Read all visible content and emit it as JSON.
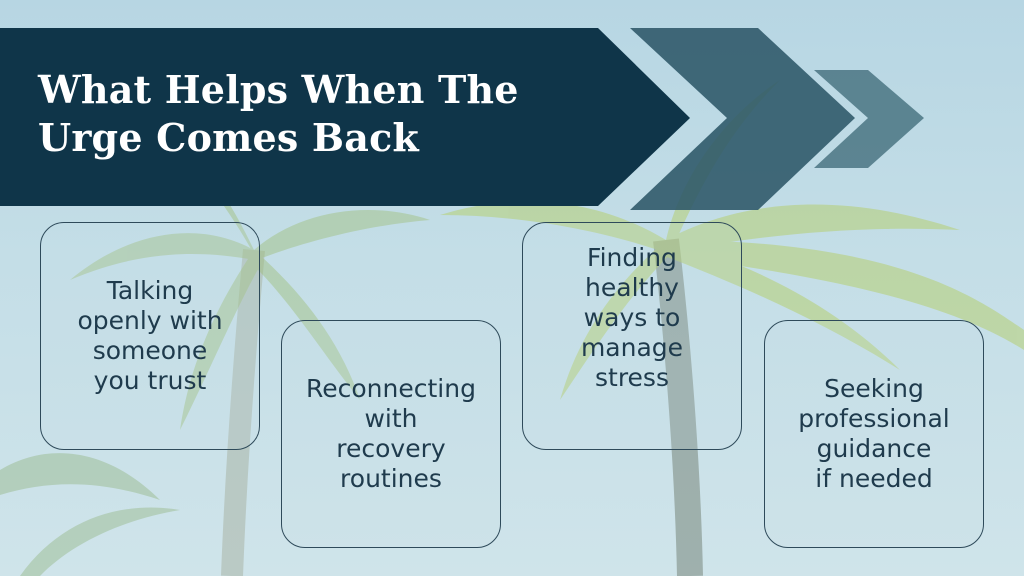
{
  "title_line_1": "What Helps When The",
  "title_line_2": "Urge Comes Back",
  "tips": [
    {
      "lines": [
        "Talking",
        "openly with",
        "someone",
        "you trust"
      ]
    },
    {
      "lines": [
        "Reconnecting",
        "with",
        "recovery",
        "routines"
      ]
    },
    {
      "lines": [
        "Finding",
        "healthy",
        "ways to",
        "manage",
        "stress"
      ]
    },
    {
      "lines": [
        "Seeking",
        "professional",
        "guidance",
        "if needed"
      ]
    }
  ],
  "colors": {
    "banner": "#0f3549",
    "chevron_mid": "#2c5668",
    "chevron_small": "#4a7482",
    "card_border": "#2e4a5a",
    "text_dark": "#1f3b4d"
  }
}
